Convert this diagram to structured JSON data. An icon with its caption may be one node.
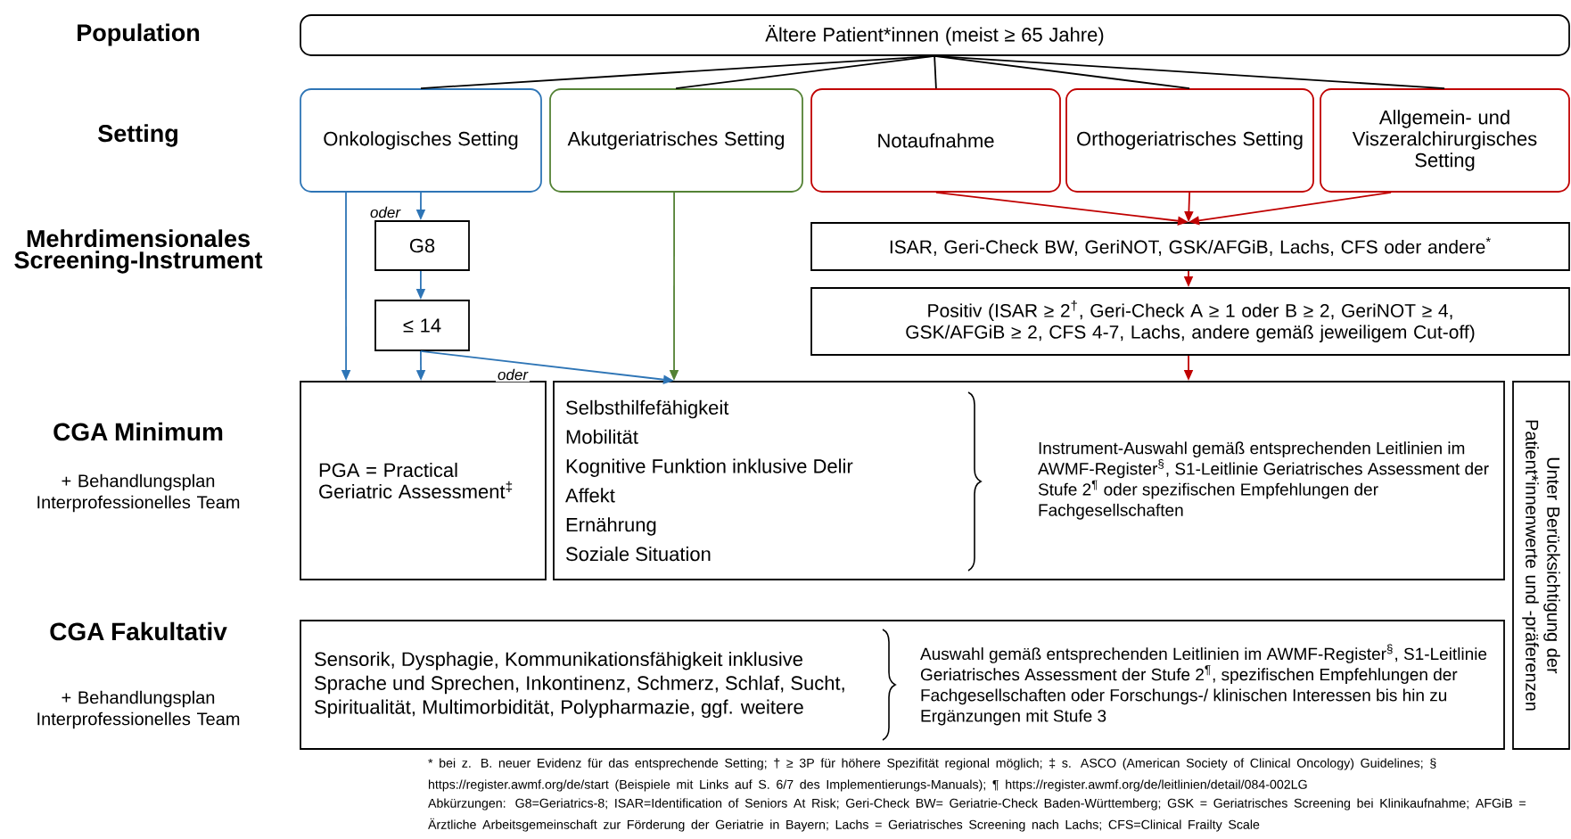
{
  "diagram": {
    "nodes": [
      {
        "text": [
          "Ältere Patient*innen (meist ≥ 65 Jahre)"
        ]
      },
      {
        "text": [
          "Onkologisches Setting"
        ]
      },
      {
        "text": [
          "Akutgeriatrisches Setting"
        ]
      },
      {
        "text": [
          "Notaufnahme"
        ]
      },
      {
        "text": [
          "Orthogeriatrisches Setting"
        ]
      },
      {
        "text": [
          "Allgemein- und Viszeralchirurgisches Setting"
        ]
      },
      {
        "text": [
          "G8"
        ]
      },
      {
        "text": [
          "≤ 14"
        ]
      },
      {
        "text": [
          "ISAR, Geri-Check BW, GeriNOT, GSK/AFGiB, Lachs, CFS oder andere$^{*}$"
        ]
      },
      {
        "text": [
          "Positiv (ISAR ≥ 2$^{†}$, Geri-Check A ≥ 1 oder B ≥ 2, GeriNOT ≥ 4, GSK/AFGiB ≥ 2, CFS 4-7, Lachs, andere gemäß jeweiligem Cut-off)"
        ]
      },
      {
        "text": [
          "PGA = Practical Geriatric Assessment$^{‡}$"
        ]
      },
      {
        "text": [
          "Selbsthilfefähigkeit",
          "Mobilität",
          "Kognitive Funktion inklusive Delir",
          "Affekt",
          "Ernährung",
          "Soziale Situation",
          "Instrument-Auswahl gemäß entsprechenden Leitlinien im AWMF-Register$^{§}$, S1-Leitlinie Geriatrisches Assessment der Stufe 2$^{¶}$ oder spezifischen Empfehlungen der Fachgesellschaften"
        ]
      },
      {
        "text": [
          "Sensorik, Dysphagie, Kommunikationsfähigkeit inklusive Sprache und Sprechen, Inkontinenz, Schmerz, Schlaf, Sucht, Spiritualität, Multimorbidität, Polypharmazie, ggf. weitere",
          "Auswahl gemäß entsprechenden Leitlinien im AWMF-Register$^{§}$, S1-Leitlinie Geriatrisches Assessment der Stufe 2$^{¶}$, spezifischen Empfehlungen der Fachgesellschaften oder Forschungs-/ klinischen Interessen bis hin zu Ergänzungen mit Stufe 3"
        ]
      },
      {
        "text": [
          "Unter Berücksichtigung der Patient*innenwerte und -präferenzen"
        ]
      }
    ],
    "edges": [
      {
        "from": 0,
        "to": 1,
        "arrow": "none"
      },
      {
        "from": 0,
        "to": 2,
        "arrow": "none"
      },
      {
        "from": 0,
        "to": 3,
        "arrow": "none"
      },
      {
        "from": 0,
        "to": 4,
        "arrow": "none"
      },
      {
        "from": 0,
        "to": 5,
        "arrow": "none"
      },
      {
        "from": 1,
        "to": 10,
        "arrow": "to",
        "color": "#2e75b6"
      },
      {
        "from": 1,
        "to": 6,
        "arrow": "to",
        "label": "oder",
        "color": "#2e75b6"
      },
      {
        "from": 6,
        "to": 7,
        "arrow": "to",
        "color": "#2e75b6"
      },
      {
        "from": 7,
        "to": 10,
        "arrow": "to",
        "color": "#2e75b6"
      },
      {
        "from": 7,
        "to": 11,
        "arrow": "to",
        "label": "oder",
        "color": "#2e75b6"
      },
      {
        "from": 2,
        "to": 11,
        "arrow": "to",
        "color": "#548235"
      },
      {
        "from": 3,
        "to": 8,
        "arrow": "to",
        "color": "#c00000"
      },
      {
        "from": 4,
        "to": 8,
        "arrow": "to",
        "color": "#c00000"
      },
      {
        "from": 5,
        "to": 8,
        "arrow": "to",
        "color": "#c00000"
      },
      {
        "from": 8,
        "to": 9,
        "arrow": "to",
        "color": "#c00000"
      },
      {
        "from": 9,
        "to": 11,
        "arrow": "to",
        "color": "#c00000"
      }
    ],
    "labels": [
      "Population",
      "Setting",
      "Mehrdimensionales Screening-Instrument",
      "CGA Minimum",
      "+ Behandlungsplan Interprofessionelles Team",
      "CGA Fakultativ",
      "+ Behandlungsplan Interprofessionelles Team",
      "* bei z. B. neuer Evidenz für das entsprechende Setting; † ≥ 3P für höhere Spezifität regional möglich; ‡ s. ASCO (American Society of Clinical Oncology) Guidelines; § https://register.awmf.org/de/start (Beispiele mit Links auf S. 6/7 des Implementierungs-Manuals); ¶ https://register.awmf.org/de/leitlinien/detail/084-002LG",
      "Abkürzungen: G8=Geriatrics-8; ISAR=Identification of Seniors At Risk; Geri-Check BW= Geriatrie-Check Baden-Württemberg; GSK = Geriatrisches Screening bei Klinikaufnahme; AFGiB = Ärztliche Arbeitsgemeinschaft zur Förderung der Geriatrie in Bayern; Lachs = Geriatrisches Screening nach Lachs; CFS=Clinical Frailty Scale"
    ]
  }
}
